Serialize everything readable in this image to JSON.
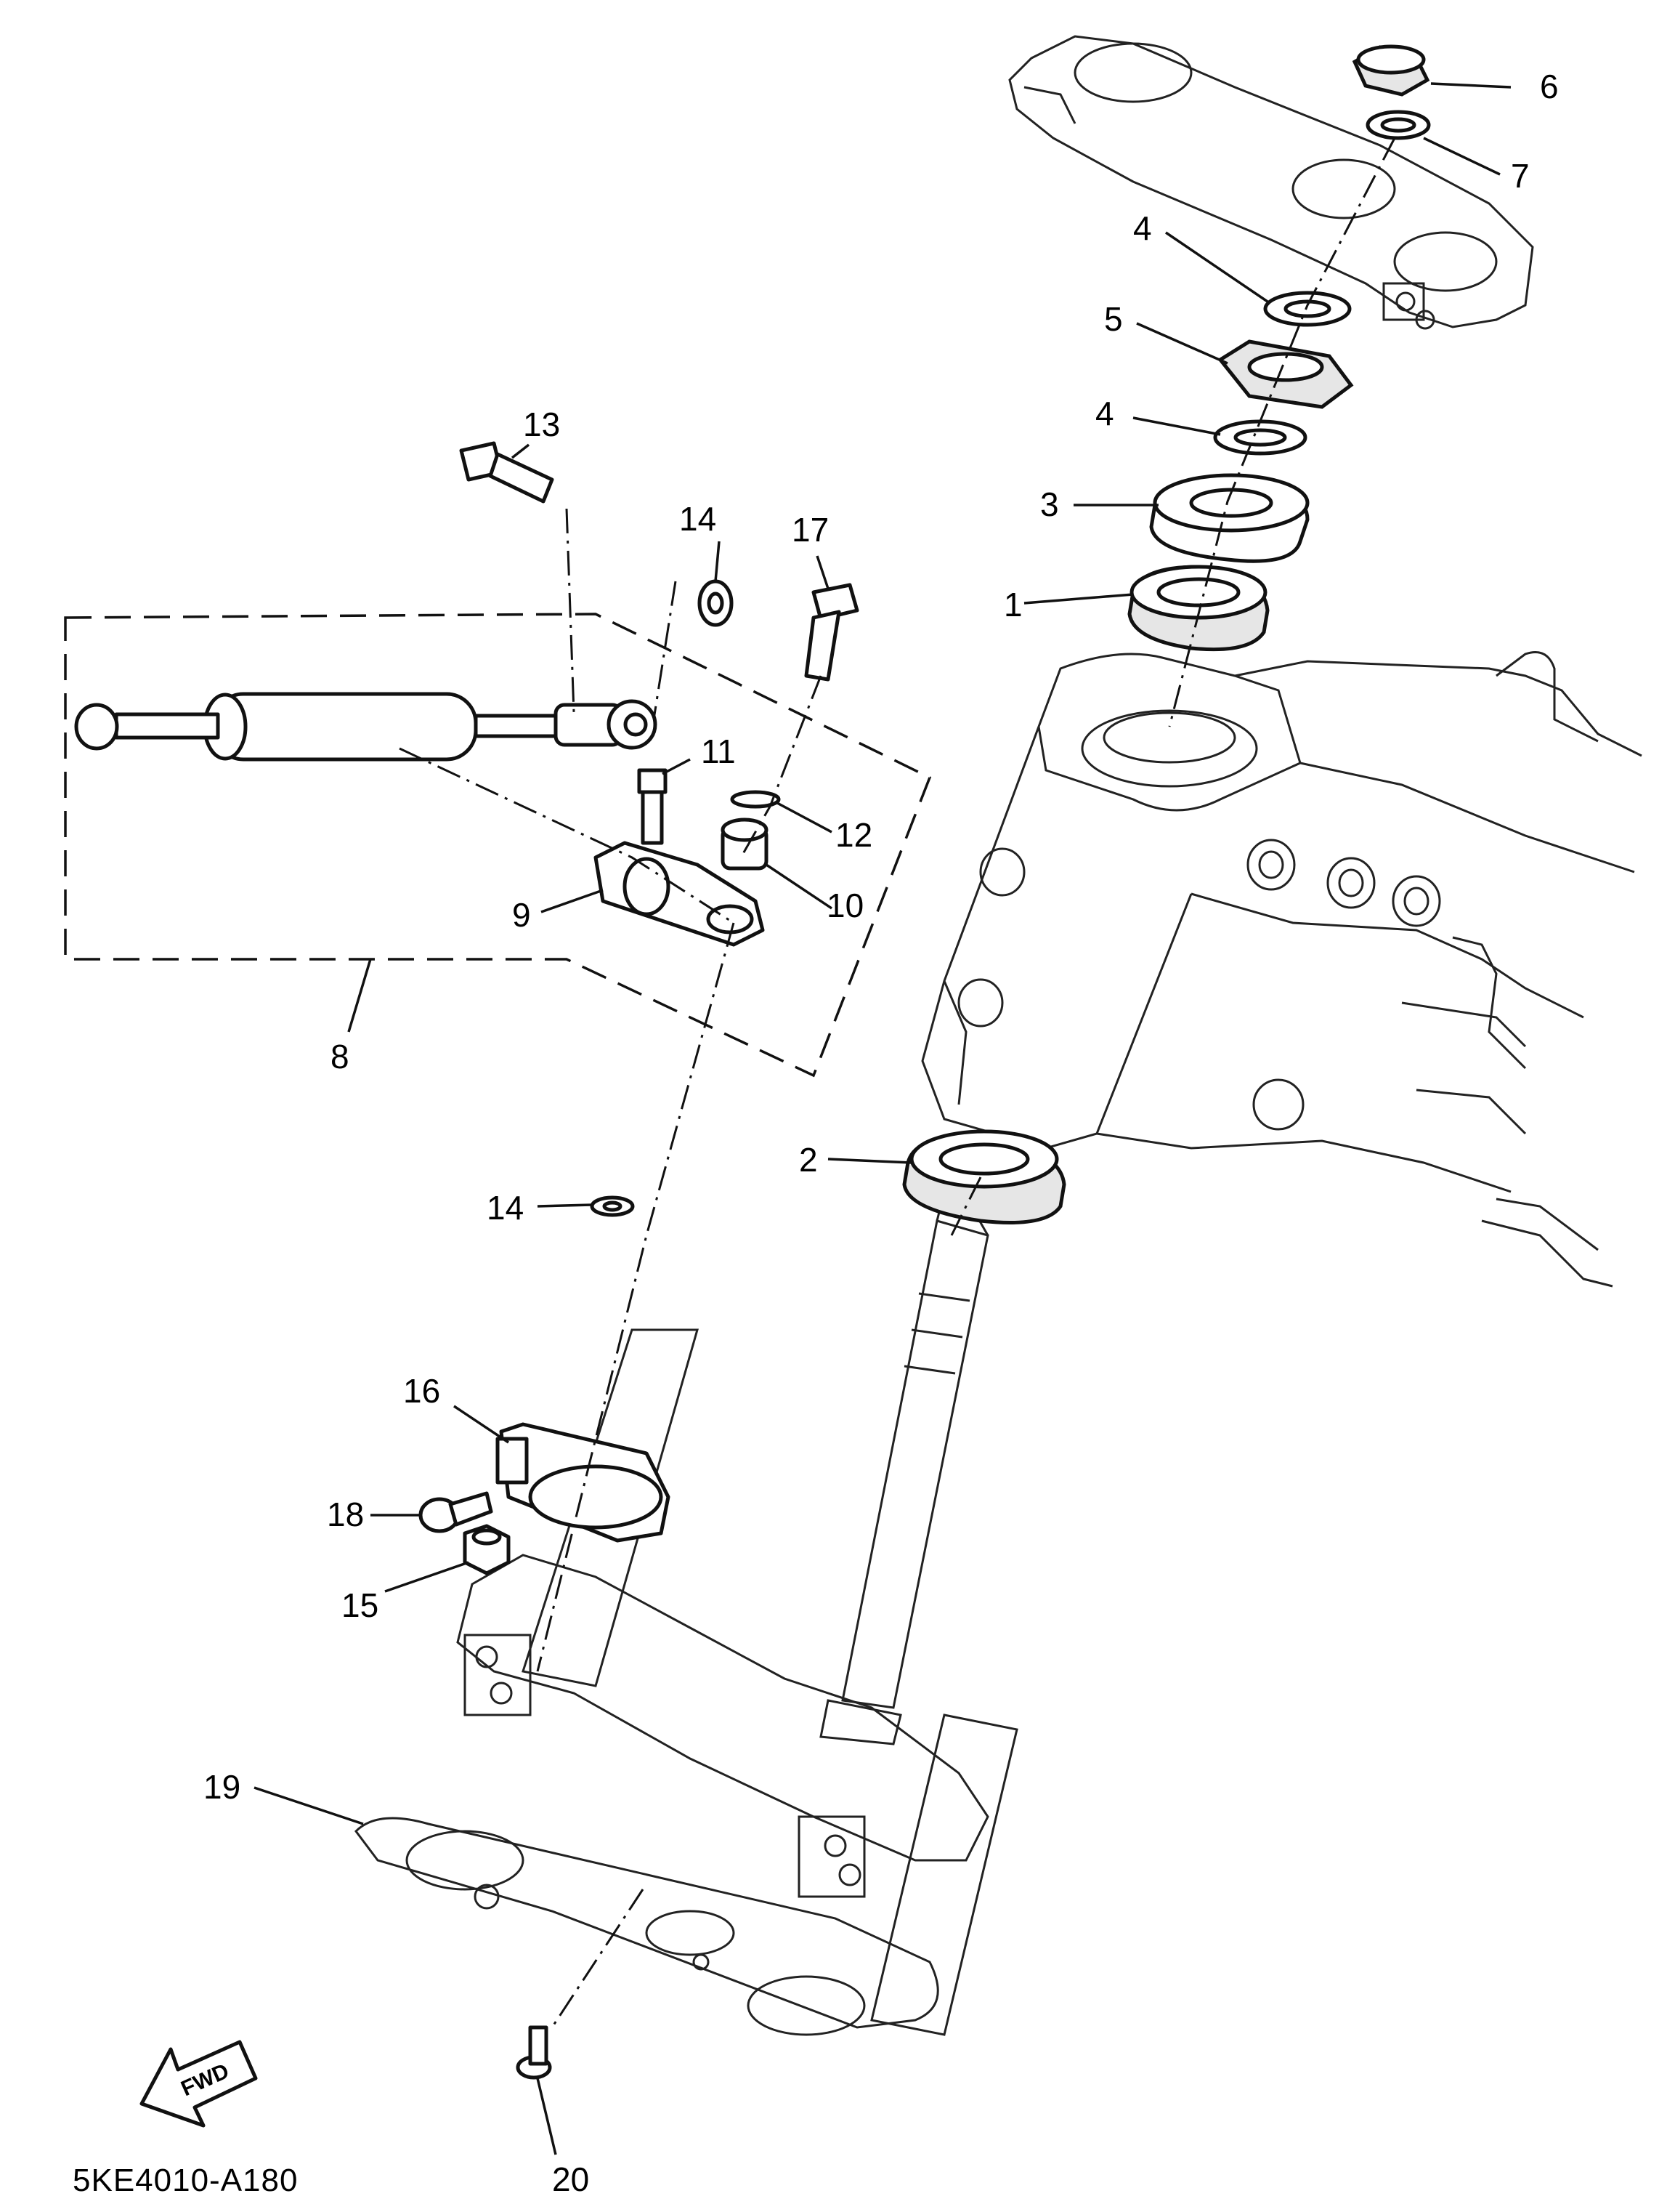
{
  "diagram_code": "5KE4010-A180",
  "fwd_label": "FWD",
  "callouts": {
    "c1": "1",
    "c2": "2",
    "c3": "3",
    "c4a": "4",
    "c4b": "4",
    "c5": "5",
    "c6": "6",
    "c7": "7",
    "c8": "8",
    "c9": "9",
    "c10": "10",
    "c11": "11",
    "c12": "12",
    "c13": "13",
    "c14a": "14",
    "c14b": "14",
    "c15": "15",
    "c16": "16",
    "c17": "17",
    "c18": "18",
    "c19": "19",
    "c20": "20"
  }
}
